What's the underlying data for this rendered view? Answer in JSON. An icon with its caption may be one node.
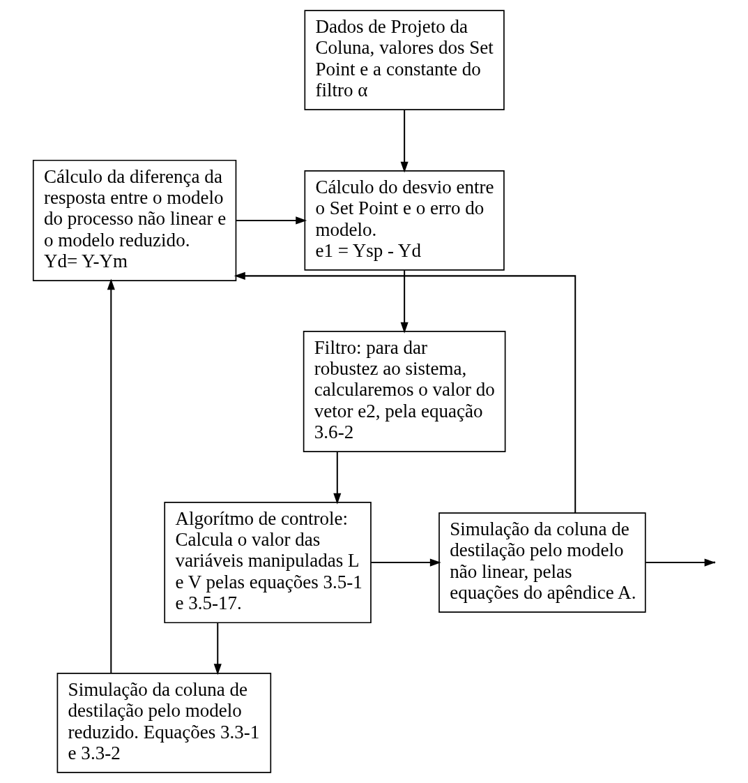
{
  "diagram": {
    "nodes": [
      {
        "text": [
          "Dados de Projeto da Coluna, valores dos Set Point e a constante do filtro α"
        ]
      },
      {
        "text": [
          "Cálculo do desvio entre o Set Point e o erro do modelo.",
          "e1 = Ysp - Yd"
        ]
      },
      {
        "text": [
          "Cálculo da diferença da resposta entre o modelo do processo não linear e o modelo reduzido.",
          "Yd= Y-Ym"
        ]
      },
      {
        "text": [
          "Filtro: para dar robustez ao sistema, calcularemos o valor do vetor e2, pela equação 3.6-2"
        ]
      },
      {
        "text": [
          "Simulação da coluna de destilação pelo modelo reduzido. Equações 3.3-1 e 3.3-2"
        ]
      },
      {
        "text": [
          "Algorítmo de controle: Calcula o valor das variáveis manipuladas L e V pelas equações 3.5-1 e 3.5-17."
        ]
      },
      {
        "text": [
          "Simulação da coluna de destilação pelo modelo não linear, pelas equações do apêndice A."
        ]
      }
    ],
    "edges": [
      {
        "from": 0,
        "to": 1,
        "arrow": "to"
      },
      {
        "from": 2,
        "to": 1,
        "arrow": "to"
      },
      {
        "from": 1,
        "to": 3,
        "arrow": "to"
      },
      {
        "from": 3,
        "to": 5,
        "arrow": "to"
      },
      {
        "from": 5,
        "to": 4,
        "arrow": "to"
      },
      {
        "from": 5,
        "to": 6,
        "arrow": "to"
      },
      {
        "from": 4,
        "to": 2,
        "arrow": "to"
      },
      {
        "from": 6,
        "to": 2,
        "arrow": "to"
      },
      {
        "from": 6,
        "to": null,
        "arrow": "to"
      }
    ]
  }
}
